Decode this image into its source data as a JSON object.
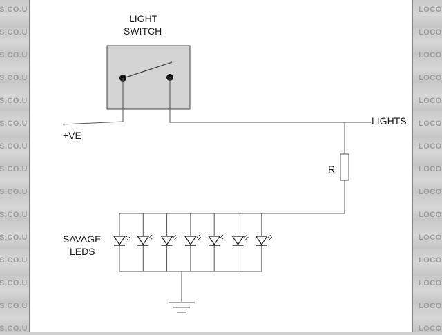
{
  "watermark": {
    "left_text": "DERS.CO.U",
    "right_text": "LOCOST"
  },
  "diagram": {
    "switch_label_line1": "LIGHT",
    "switch_label_line2": "SWITCH",
    "positive_label": "+VE",
    "lights_label": "LIGHTS",
    "resistor_label": "R",
    "leds_label_line1": "SAVAGE",
    "leds_label_line2": "LEDS",
    "led_count": 7,
    "colors": {
      "wire": "#555555",
      "switch_box_fill": "#d4d4d4",
      "switch_box_stroke": "#444444",
      "background": "#ffffff"
    }
  }
}
